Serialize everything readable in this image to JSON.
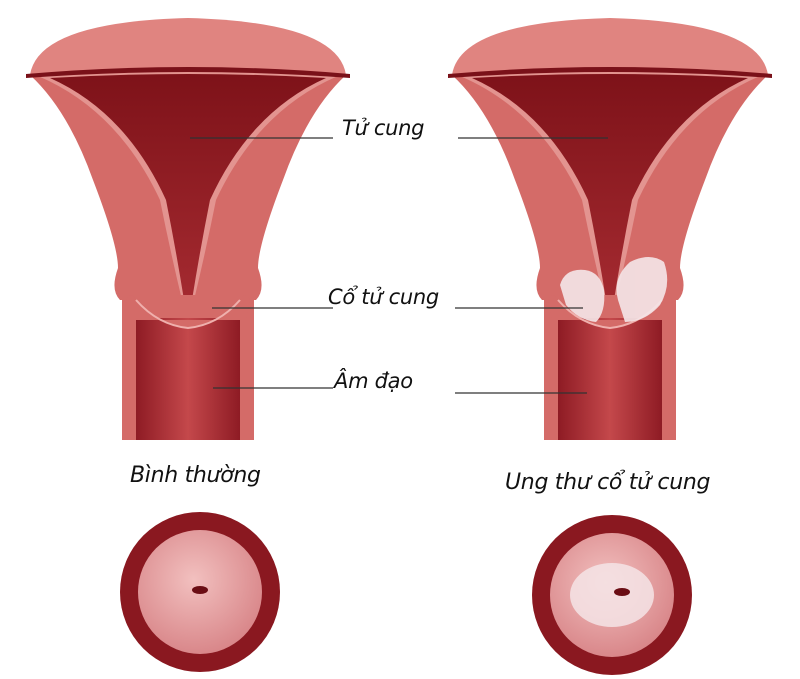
{
  "labels": {
    "uterus": "Tử cung",
    "cervix": "Cổ tử cung",
    "vagina": "Âm đạo"
  },
  "captions": {
    "normal": "Bình thường",
    "cancer": "Ung thư cổ tử cung"
  },
  "colors": {
    "tissue": "#d46b68",
    "tissue_light": "#e08480",
    "cavity": "#8e1b24",
    "cervix_ring": "#8a1820",
    "cervix_face": "#e7a1a0",
    "lesion": "#f4e4e6"
  }
}
